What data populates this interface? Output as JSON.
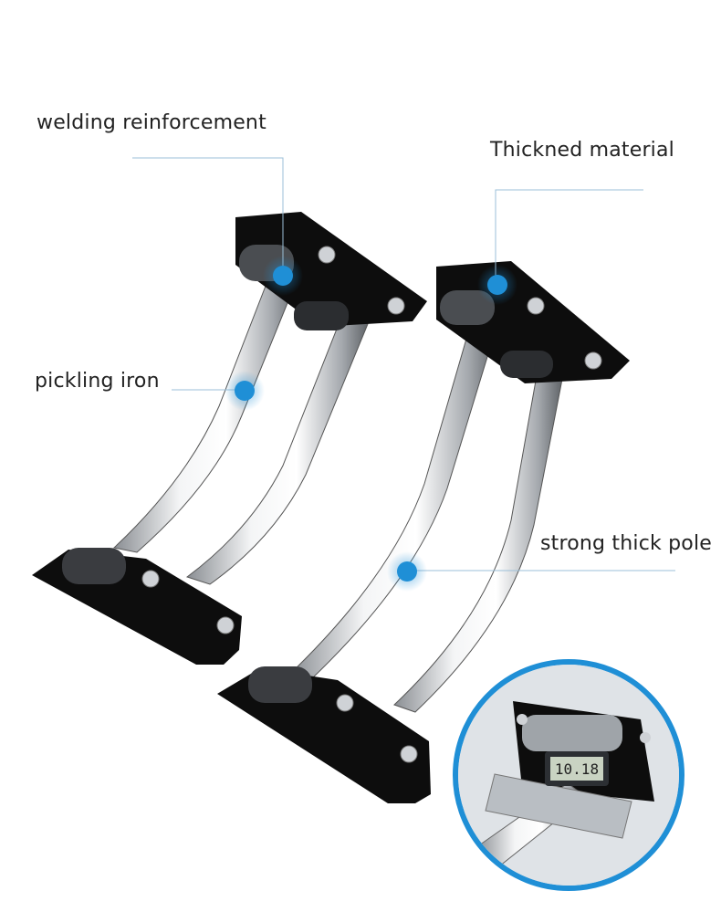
{
  "callouts": {
    "welding": "welding reinforcement",
    "thickened": "Thickned material",
    "pickling": "pickling iron",
    "pole": "strong thick pole"
  },
  "caliper_reading": "10.18",
  "colors": {
    "marker": "#1f8fd6",
    "bracket": "#0d0d0d",
    "chrome": "#c9ccd0"
  }
}
